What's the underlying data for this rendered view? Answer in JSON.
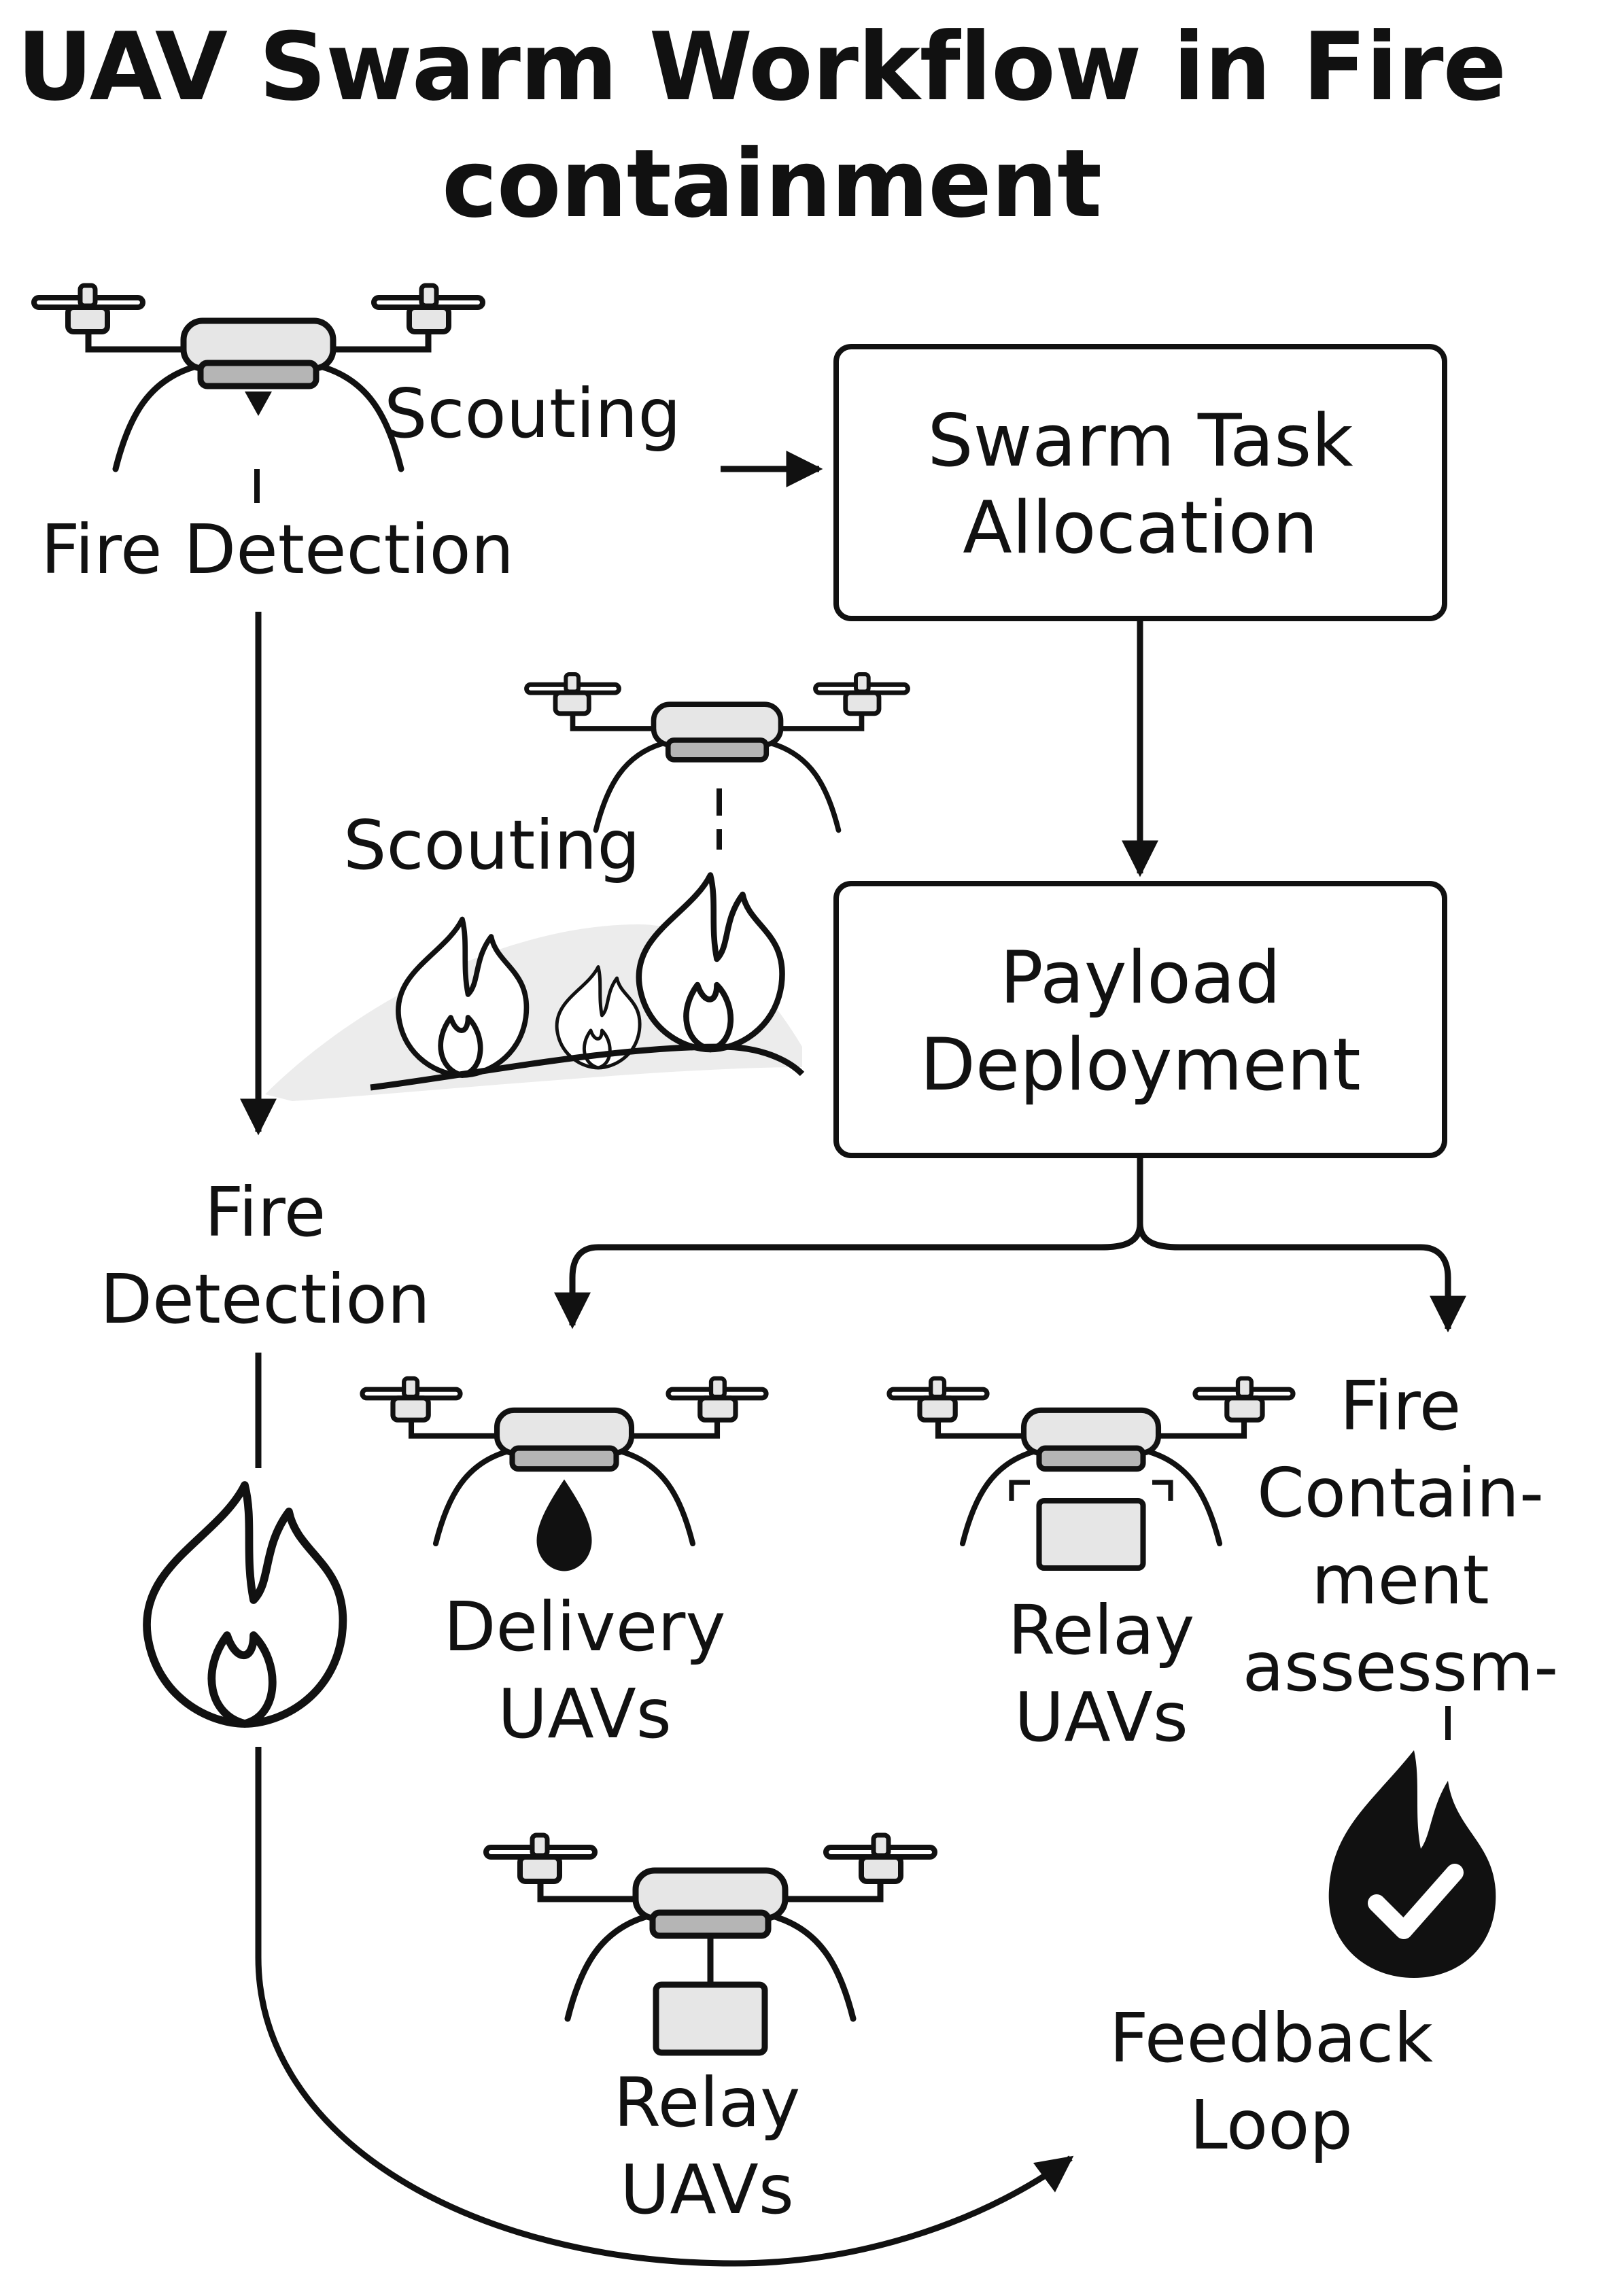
{
  "title": {
    "line1": "UAV Swarm Workflow in Fire",
    "line2": "containment"
  },
  "nodes": {
    "scouting_top": "Scouting",
    "fire_detection_top": "Fire Detection",
    "swarm_task_allocation": [
      "Swarm Task",
      "Allocation"
    ],
    "scouting_mid": "Scouting",
    "payload_deployment": [
      "Payload",
      "Deployment"
    ],
    "fire_detection_mid": [
      "Fire",
      "Detection"
    ],
    "delivery_uavs": [
      "Delivery",
      "UAVs"
    ],
    "relay_uavs_right": [
      "Relay",
      "UAVs"
    ],
    "fire_containment_assessment": [
      "Fire",
      "Contain-",
      "ment",
      "assessm-"
    ],
    "relay_uavs_bottom": [
      "Relay",
      "UAVs"
    ],
    "feedback_loop": [
      "Feedback",
      "Loop"
    ]
  },
  "icons": [
    "drone-icon",
    "drone-icon",
    "fire-icon",
    "drone-with-water-drop-icon",
    "drone-with-package-icon",
    "drone-with-box-icon",
    "fire-icon",
    "fire-checkmark-icon"
  ],
  "colors": {
    "stroke": "#111111",
    "drone_fill": "#e6e6e6",
    "drone_body_dark": "#b5b5b5",
    "hill_fill": "#ececec"
  }
}
